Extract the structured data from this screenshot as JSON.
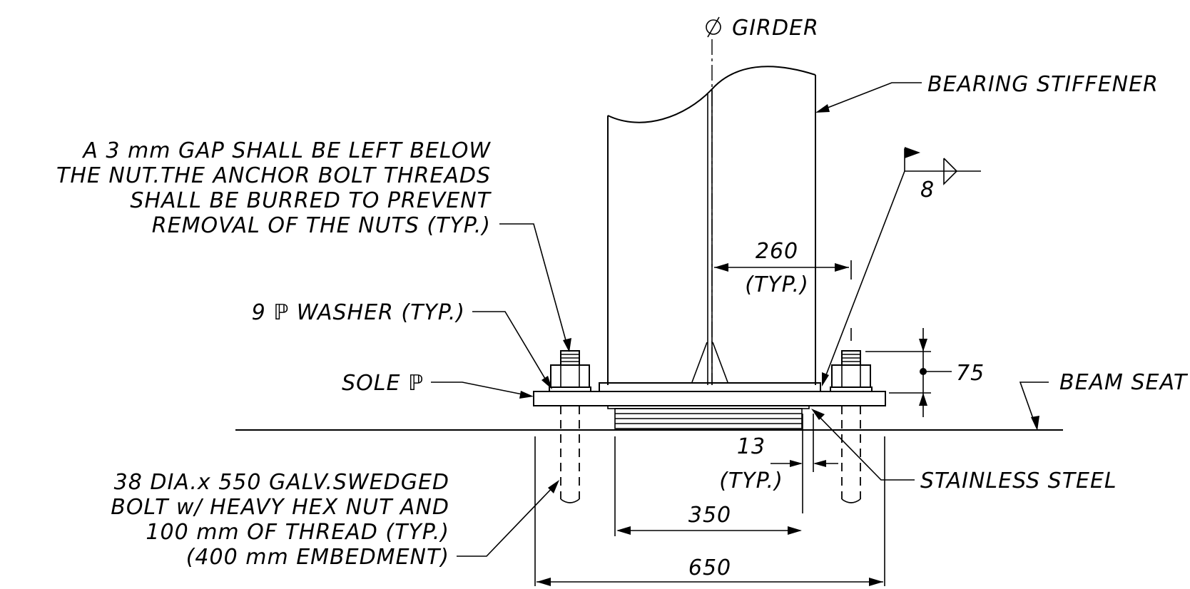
{
  "labels": {
    "girder": "GIRDER",
    "bearing_stiffener": "BEARING STIFFENER",
    "gap_note": [
      "A 3 mm GAP SHALL BE LEFT BELOW",
      "THE NUT.THE ANCHOR BOLT THREADS",
      "SHALL BE BURRED TO PREVENT",
      "REMOVAL OF THE NUTS (TYP.)"
    ],
    "washer": "9 ℙ WASHER (TYP.)",
    "sole_plate": "SOLE ℙ",
    "beam_seat": "BEAM SEAT",
    "stainless_steel": "STAINLESS STEEL",
    "bolt_note": [
      "38 DIA.x 550 GALV.SWEDGED",
      "BOLT w/ HEAVY HEX NUT AND",
      "100 mm OF THREAD (TYP.)",
      "(400 mm EMBEDMENT)"
    ]
  },
  "dimensions": {
    "stiffener_offset": "260",
    "stiffener_offset_note": "(TYP.)",
    "weld_size": "8",
    "plate_thickness": "75",
    "edge_gap": "13",
    "edge_gap_note": "(TYP.)",
    "bearing_width": "350",
    "sole_plate_width": "650"
  }
}
